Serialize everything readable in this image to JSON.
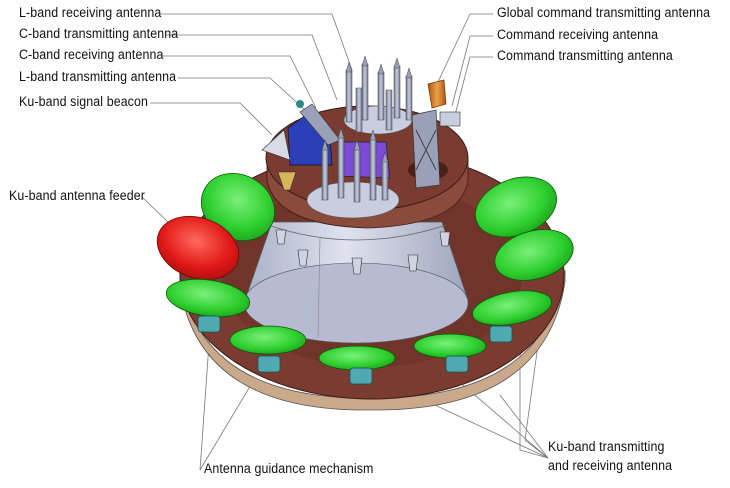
{
  "labels": {
    "l_band_receiving": "L-band receiving antenna",
    "c_band_transmitting": "C-band transmitting antenna",
    "c_band_receiving": "C-band receiving antenna",
    "l_band_transmitting": "L-band transmitting antenna",
    "ku_band_beacon": "Ku-band signal beacon",
    "ku_band_feeder": "Ku-band antenna feeder",
    "global_command_transmitting": "Global command transmitting antenna",
    "command_receiving": "Command receiving antenna",
    "command_transmitting": "Command transmitting antenna",
    "antenna_guidance": "Antenna guidance mechanism",
    "ku_band_trx_line1": "Ku-band transmitting",
    "ku_band_trx_line2": "and receiving antenna"
  },
  "colors": {
    "platform_top": "#7a3b30",
    "platform_side": "#c9a98a",
    "cone": "#c8cde0",
    "dish_green": "#2fd02f",
    "dish_red": "#e01818",
    "mechanism": "#4fa9b0",
    "pillar": "#9aa0b8",
    "feed_orange": "#d67a1e",
    "blue_part": "#2a3fb8",
    "violet_part": "#7b4bd8"
  }
}
